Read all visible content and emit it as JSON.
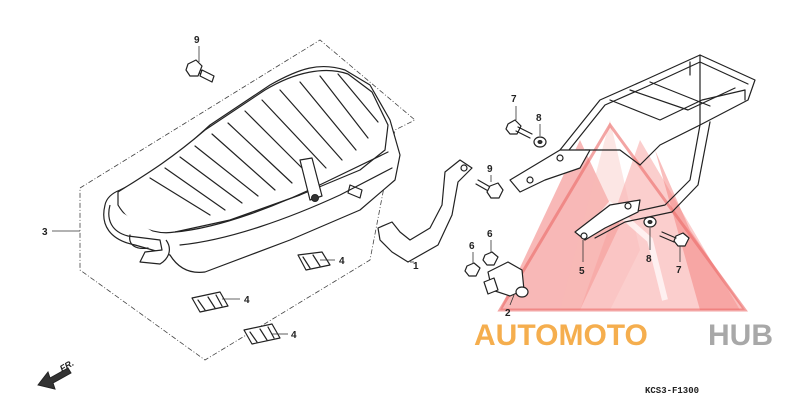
{
  "diagram": {
    "drawing_code": "KCS3-F1300",
    "direction_label": "FR.",
    "watermark": {
      "text_primary": "AUTOMOTO",
      "text_secondary": "HUB",
      "color_primary": "#f4a030",
      "color_secondary": "#9a9a9a",
      "logo_color": "#e53935"
    },
    "callouts": {
      "c1": "1",
      "c2": "2",
      "c3": "3",
      "c4a": "4",
      "c4b": "4",
      "c4c": "4",
      "c5": "5",
      "c6a": "6",
      "c6b": "6",
      "c7a": "7",
      "c7b": "7",
      "c8a": "8",
      "c8b": "8",
      "c9a": "9",
      "c9b": "9"
    }
  }
}
